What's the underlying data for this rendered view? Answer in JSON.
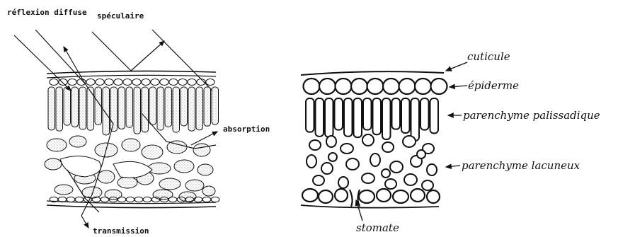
{
  "left_figure": {
    "labels": {
      "reflexion_diffuse": "réflexion diffuse",
      "speculaire": "spéculaire",
      "absorption": "absorption",
      "transmission": "transmission"
    }
  },
  "right_figure": {
    "labels": {
      "cuticule": "cuticule",
      "epiderme": "épiderme",
      "parenchyme_palissadique": "parenchyme palissadique",
      "parenchyme_lacuneux": "parenchyme lacuneux",
      "stomate": "stomate"
    }
  },
  "colors": {
    "ink": "#111111",
    "stipple": "#9a9a9a",
    "background": "#ffffff"
  }
}
